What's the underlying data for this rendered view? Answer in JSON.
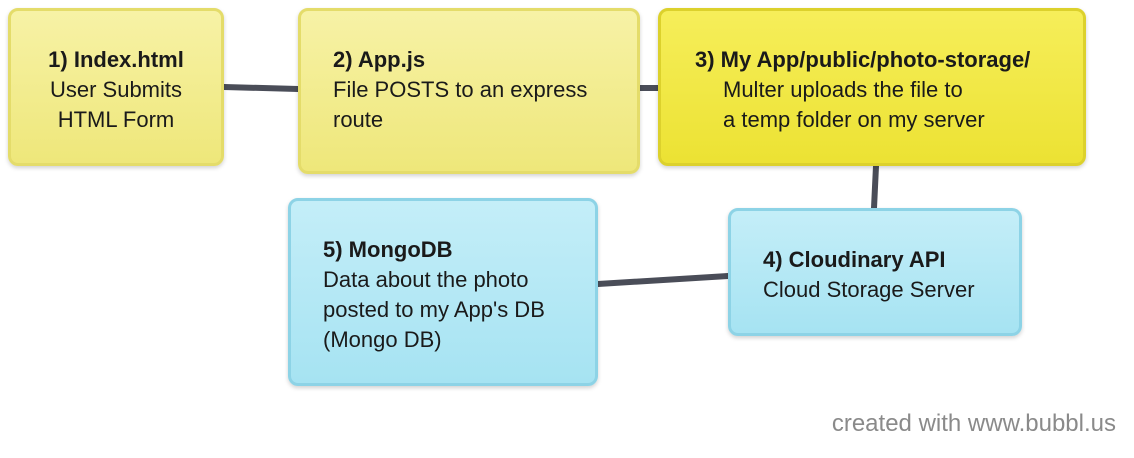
{
  "diagram": {
    "nodes": [
      {
        "id": "node-1",
        "title": "1) Index.html",
        "lines": [
          "User Submits",
          "HTML Form"
        ],
        "color": "#f7f2a6"
      },
      {
        "id": "node-2",
        "title": "2) App.js",
        "lines": [
          "File POSTS to an express",
          "route"
        ],
        "color": "#f7f2a6"
      },
      {
        "id": "node-3",
        "title": "3) My App/public/photo-storage/",
        "lines": [
          "Multer uploads the file to",
          "a temp folder on my server"
        ],
        "color": "#f6ee5a"
      },
      {
        "id": "node-4",
        "title": "4) Cloudinary API",
        "lines": [
          "Cloud Storage Server"
        ],
        "color": "#c4eef8"
      },
      {
        "id": "node-5",
        "title": "5) MongoDB",
        "lines": [
          "Data about the photo",
          "posted to my App's DB",
          "(Mongo DB)"
        ],
        "color": "#c4eef8"
      }
    ],
    "edges": [
      {
        "from": "node-1",
        "to": "node-2"
      },
      {
        "from": "node-2",
        "to": "node-3"
      },
      {
        "from": "node-3",
        "to": "node-4"
      },
      {
        "from": "node-4",
        "to": "node-5"
      }
    ],
    "connector_color": "#4a4d58"
  },
  "footer": {
    "credit": "created with www.bubbl.us",
    "credit_color": "#8a8a8a"
  }
}
